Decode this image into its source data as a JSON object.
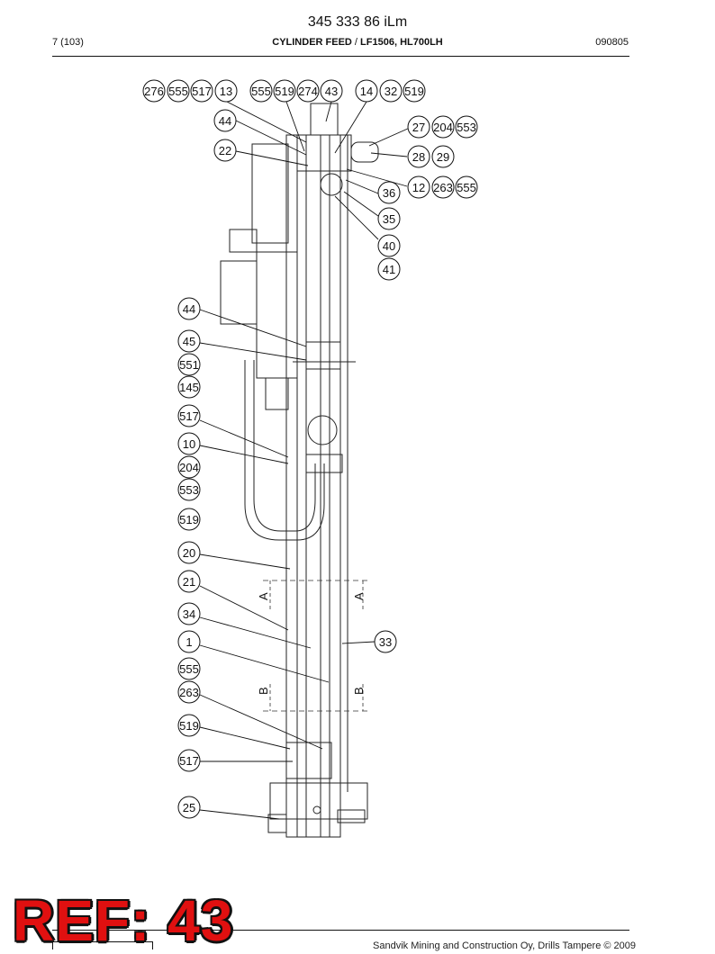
{
  "header": {
    "doc_number": "345 333 86 iLm",
    "page": "7 (103)",
    "title_part1": "CYLINDER FEED",
    "title_sep": " / ",
    "title_part2": "LF1506, HL700LH",
    "date_code": "090805"
  },
  "callouts": {
    "top_row": [
      "276",
      "555",
      "517",
      "13",
      "555",
      "519",
      "274",
      "43",
      "14",
      "32",
      "519"
    ],
    "right": [
      "27",
      "204",
      "553",
      "28",
      "29",
      "12",
      "263",
      "555",
      "36",
      "35",
      "40",
      "41",
      "33"
    ],
    "left": [
      "44",
      "22",
      "44",
      "45",
      "551",
      "145",
      "517",
      "10",
      "204",
      "553",
      "519",
      "20",
      "21",
      "34",
      "1",
      "555",
      "263",
      "519",
      "517",
      "25"
    ]
  },
  "section_marks": {
    "a": "A",
    "b": "B"
  },
  "stamp": {
    "text": "REF: 43"
  },
  "footer": {
    "text": "Sandvik Mining and Construction Oy, Drills Tampere © 2009"
  },
  "colors": {
    "stamp": "#e01010",
    "line": "#111111"
  }
}
